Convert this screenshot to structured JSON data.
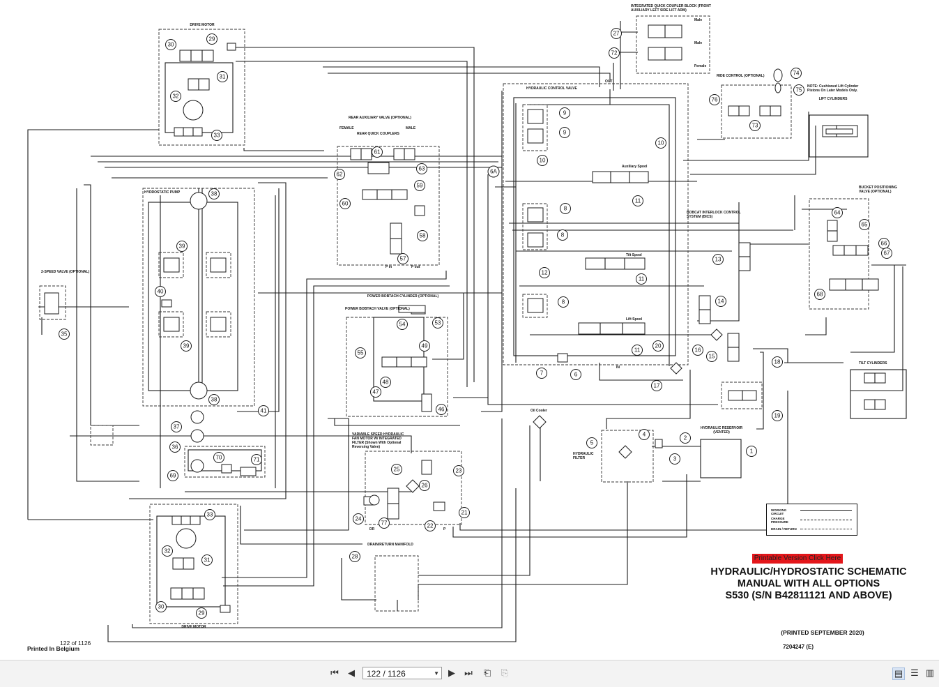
{
  "document": {
    "title_lines": [
      "HYDRAULIC/HYDROSTATIC SCHEMATIC",
      "MANUAL WITH ALL OPTIONS",
      "S530 (S/N B42811121 AND ABOVE)"
    ],
    "printable_link": "Printable Version Click Here",
    "printed_date": "(PRINTED SEPTEMBER 2020)",
    "part_number": "7204247 (E)",
    "page_marker": "122 of 1126",
    "printed_in": "Printed In Belgium"
  },
  "legend": {
    "rows": [
      "WORKING CIRCUIT",
      "CHARGE PRESSURE",
      "DRAIN / RETURN"
    ]
  },
  "section_labels": {
    "drive_motor_top": "DRIVE MOTOR",
    "drive_motor_bottom": "DRIVE MOTOR",
    "hydrostatic_pump": "HYDROSTATIC PUMP",
    "two_speed_valve": "2-SPEED VALVE (OPTIONAL)",
    "rear_aux_valve": "REAR AUXILIARY VALVE (OPTIONAL)",
    "rear_quick_couplers": "REAR QUICK COUPLERS",
    "female": "FEMALE",
    "male": "MALE",
    "power_bobtach_cylinder": "POWER BOBTACH CYLINDER (OPTIONAL)",
    "power_bobtach_valve": "POWER BOBTACH VALVE (OPTIONAL)",
    "fan_motor": "VARIABLE SPEED HYDRAULIC FAN MOTOR W/ INTEGRATED FILTER (Shown With Optional Reversing Valve)",
    "drain_return_manifold": "DRAIN/RETURN MANIFOLD",
    "hydraulic_control_valve": "HYDRAULIC CONTROL VALVE",
    "quick_coupler_block": "INTEGRATED QUICK COUPLER BLOCK (FRONT AUXILIARY LEFT SIDE LIFT ARM)",
    "male_1": "Male",
    "male_2": "Male",
    "female_1": "Female",
    "ride_control": "RIDE CONTROL (OPTIONAL)",
    "cushioned_note": "NOTE: Cushioned Lift Cylinder Pistons On Later Models Only.",
    "lift_cylinders": "LIFT CYLINDERS",
    "bucket_positioning": "BUCKET POSITIONING VALVE (OPTIONAL)",
    "bics": "BOBCAT INTERLOCK CONTROL SYSTEM (BICS)",
    "tilt_cylinders": "TILT CYLINDERS",
    "auxiliary_spool": "Auxiliary Spool",
    "tilt_spool": "Tilt Spool",
    "lift_spool": "Lift Spool",
    "oil_cooler": "Oil Cooler",
    "hydraulic_filter": "HYDRAULIC FILTER",
    "hydraulic_reservoir": "HYDRAULIC RESERVOIR (VENTED)",
    "out": "OUT",
    "in": "IN",
    "dr": "DR",
    "p": "P",
    "p_in": "P in",
    "p_out": "P out"
  },
  "callouts": [
    "1",
    "2",
    "3",
    "4",
    "5",
    "6",
    "6A",
    "7",
    "8",
    "8",
    "8",
    "9",
    "9",
    "10",
    "10",
    "11",
    "11",
    "11",
    "12",
    "13",
    "14",
    "15",
    "16",
    "17",
    "18",
    "19",
    "20",
    "21",
    "22",
    "23",
    "24",
    "25",
    "26",
    "27",
    "28",
    "29",
    "29",
    "30",
    "30",
    "31",
    "31",
    "32",
    "32",
    "33",
    "33",
    "35",
    "36",
    "37",
    "38",
    "38",
    "39",
    "39",
    "40",
    "41",
    "46",
    "47",
    "48",
    "49",
    "53",
    "54",
    "55",
    "57",
    "58",
    "59",
    "60",
    "61",
    "62",
    "63",
    "64",
    "65",
    "66",
    "67",
    "68",
    "69",
    "70",
    "71",
    "72",
    "73",
    "74",
    "75",
    "76",
    "77"
  ],
  "toolbar": {
    "page_field": "122 / 1126",
    "first_icon": "first-page-icon",
    "prev_icon": "previous-page-icon",
    "next_icon": "next-page-icon",
    "last_icon": "last-page-icon",
    "back_view_icon": "previous-view-icon",
    "forward_view_icon": "next-view-icon",
    "single_page_icon": "single-page-view-icon",
    "continuous_icon": "continuous-view-icon",
    "facing_icon": "facing-view-icon"
  }
}
